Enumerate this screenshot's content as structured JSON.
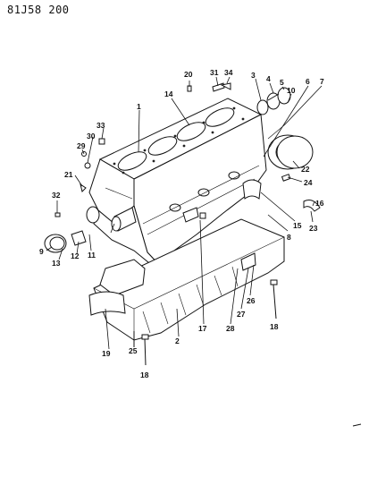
{
  "header": {
    "code": "81J58 200"
  },
  "callouts": [
    {
      "id": "1",
      "text": "1"
    },
    {
      "id": "2",
      "text": "2"
    },
    {
      "id": "3",
      "text": "3"
    },
    {
      "id": "4",
      "text": "4"
    },
    {
      "id": "5",
      "text": "5"
    },
    {
      "id": "6",
      "text": "6"
    },
    {
      "id": "7",
      "text": "7"
    },
    {
      "id": "8",
      "text": "8"
    },
    {
      "id": "9",
      "text": "9"
    },
    {
      "id": "10",
      "text": "10"
    },
    {
      "id": "11",
      "text": "11"
    },
    {
      "id": "12",
      "text": "12"
    },
    {
      "id": "13",
      "text": "13"
    },
    {
      "id": "14",
      "text": "14"
    },
    {
      "id": "15",
      "text": "15"
    },
    {
      "id": "16",
      "text": "16"
    },
    {
      "id": "17",
      "text": "17"
    },
    {
      "id": "18a",
      "text": "18"
    },
    {
      "id": "18b",
      "text": "18"
    },
    {
      "id": "19",
      "text": "19"
    },
    {
      "id": "20",
      "text": "20"
    },
    {
      "id": "21",
      "text": "21"
    },
    {
      "id": "22",
      "text": "22"
    },
    {
      "id": "23",
      "text": "23"
    },
    {
      "id": "24",
      "text": "24"
    },
    {
      "id": "25",
      "text": "25"
    },
    {
      "id": "26",
      "text": "26"
    },
    {
      "id": "27",
      "text": "27"
    },
    {
      "id": "28",
      "text": "28"
    },
    {
      "id": "29",
      "text": "29"
    },
    {
      "id": "30",
      "text": "30"
    },
    {
      "id": "31",
      "text": "31"
    },
    {
      "id": "32",
      "text": "32"
    },
    {
      "id": "33",
      "text": "33"
    },
    {
      "id": "34",
      "text": "34"
    }
  ]
}
